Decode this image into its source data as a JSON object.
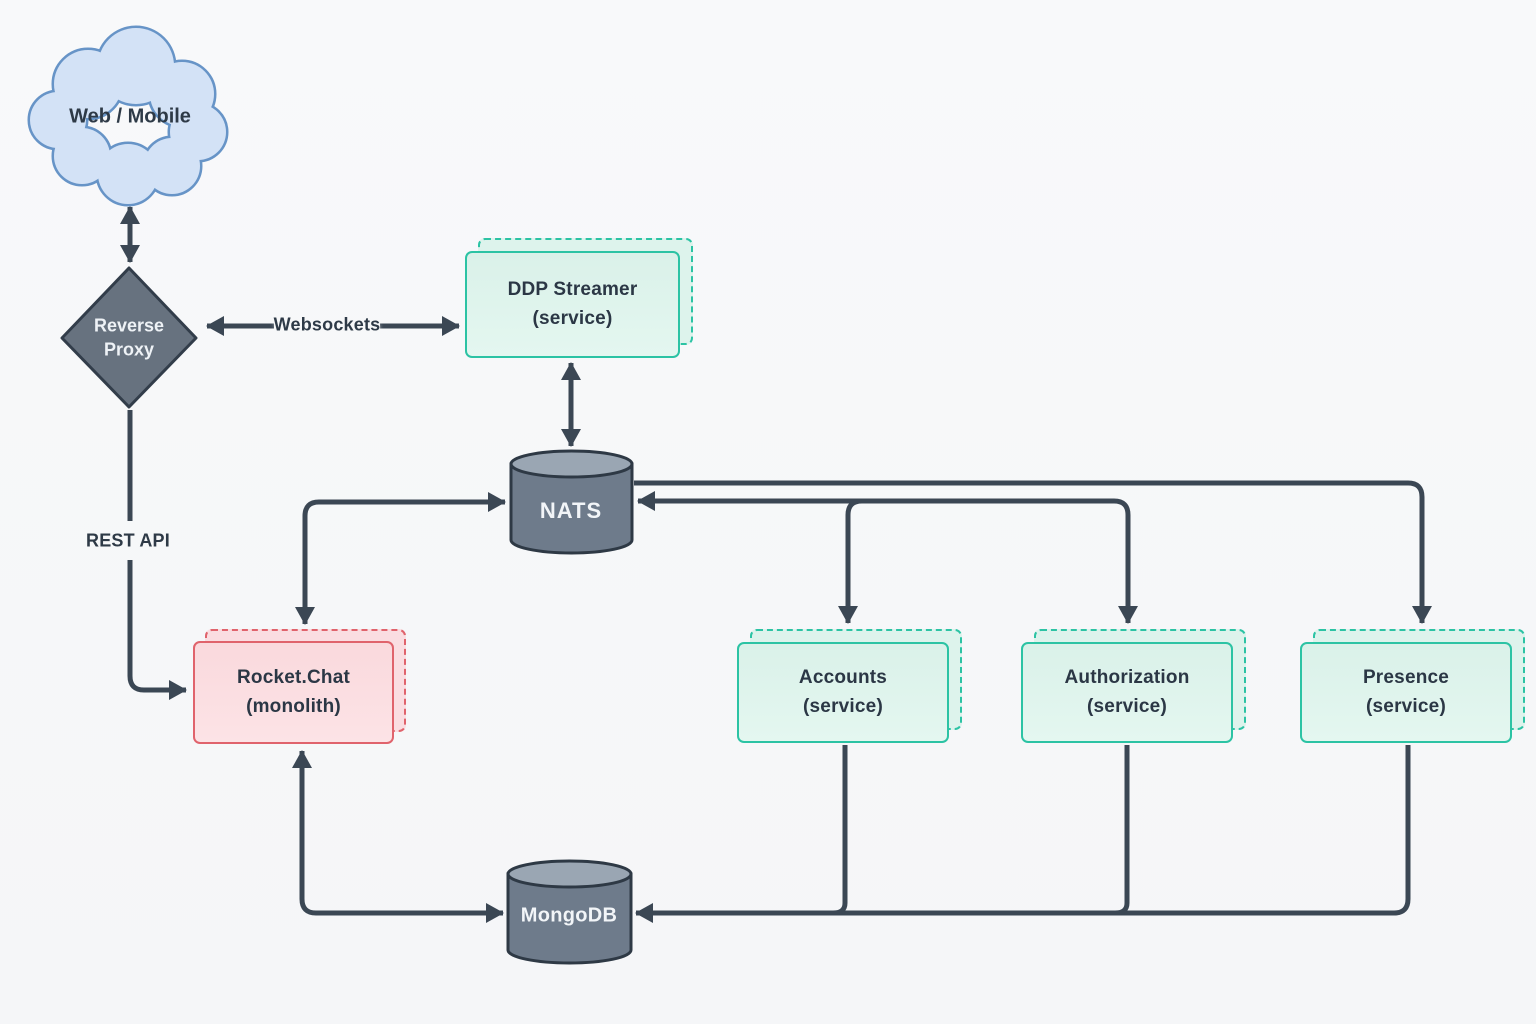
{
  "diagram": {
    "nodes": {
      "cloud": {
        "label": "Web / Mobile"
      },
      "reverse_proxy": {
        "label": "Reverse Proxy"
      },
      "ddp_streamer": {
        "title": "DDP Streamer",
        "subtitle": "(service)"
      },
      "nats": {
        "label": "NATS"
      },
      "rocketchat": {
        "title": "Rocket.Chat",
        "subtitle": "(monolith)"
      },
      "accounts": {
        "title": "Accounts",
        "subtitle": "(service)"
      },
      "authorization": {
        "title": "Authorization",
        "subtitle": "(service)"
      },
      "presence": {
        "title": "Presence",
        "subtitle": "(service)"
      },
      "mongodb": {
        "label": "MongoDB"
      }
    },
    "edge_labels": {
      "websockets": "Websockets",
      "rest_api": "REST API"
    },
    "colors": {
      "background": "#f7f8f9",
      "line": "#3b4754",
      "teal_border": "#2cc3a4",
      "teal_fill": "#def3ec",
      "pink_border": "#e0636c",
      "pink_fill": "#fbdce0",
      "slate_fill": "#687483",
      "slate_border": "#323d4a",
      "cylinder_body": "#6e7b8b",
      "cylinder_top": "#9aa6b3",
      "cloud_fill": "#d3e2f6",
      "cloud_border": "#6794c7",
      "text_dark": "#2e3a47",
      "text_light": "#f2f5f8"
    }
  }
}
